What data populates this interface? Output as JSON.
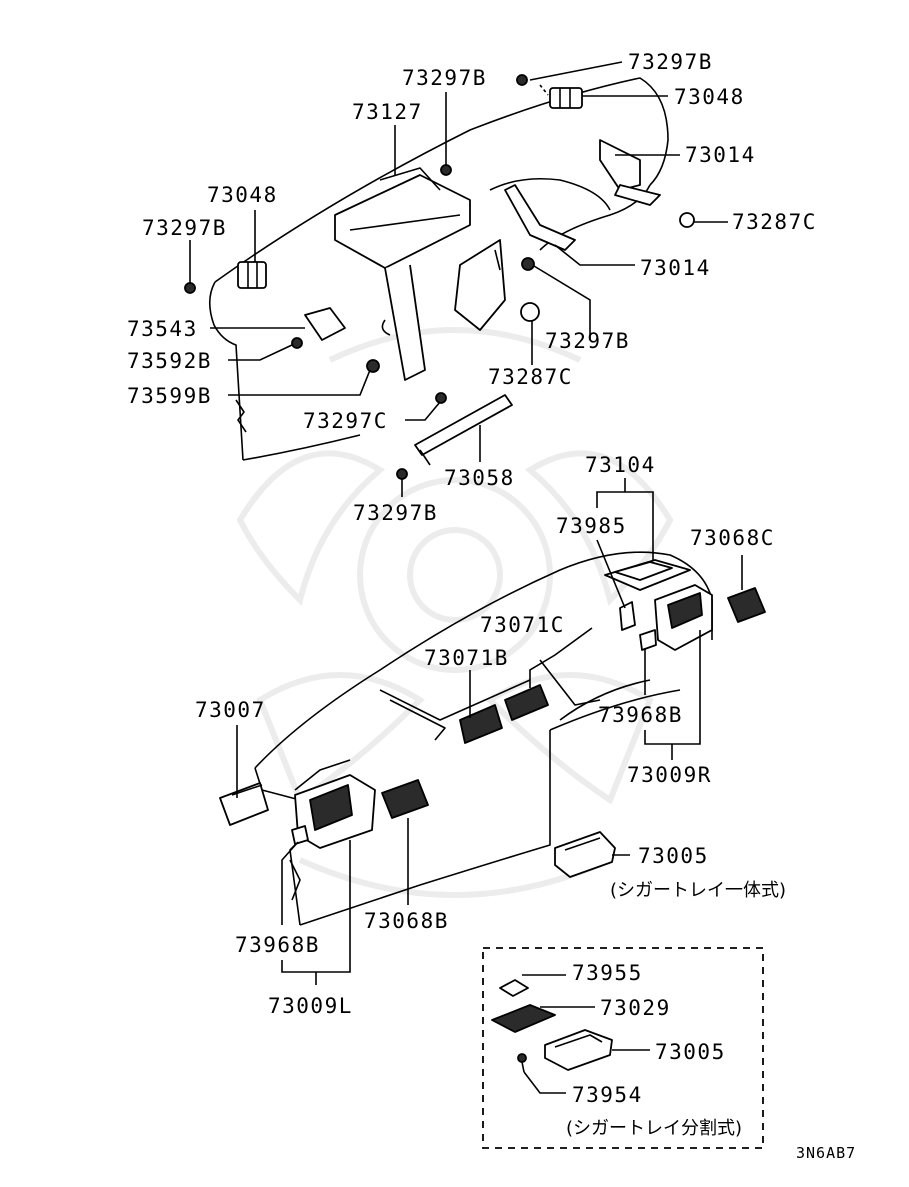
{
  "labels": {
    "l73297B_top": "73297B",
    "l73048_top": "73048",
    "l73297B_upper": "73297B",
    "l73127": "73127",
    "l73014_a": "73014",
    "l73048_left": "73048",
    "l73287C_right": "73287C",
    "l73297B_left": "73297B",
    "l73014_b": "73014",
    "l73543": "73543",
    "l73297B_mid": "73297B",
    "l73592B": "73592B",
    "l73287C_mid": "73287C",
    "l73599B": "73599B",
    "l73297C": "73297C",
    "l73058": "73058",
    "l73297B_low": "73297B",
    "l73104": "73104",
    "l73985": "73985",
    "l73068C": "73068C",
    "l73071C": "73071C",
    "l73071B": "73071B",
    "l73968B_right": "73968B",
    "l73009R": "73009R",
    "l73007": "73007",
    "l73005_a": "73005",
    "note_a": "(シガートレイ一体式)",
    "l73068B": "73068B",
    "l73968B_left": "73968B",
    "l73009L": "73009L",
    "l73955": "73955",
    "l73029": "73029",
    "l73005_b": "73005",
    "l73954": "73954",
    "note_b": "(シガートレイ分割式)",
    "diagram_code": "3N6AB7"
  }
}
